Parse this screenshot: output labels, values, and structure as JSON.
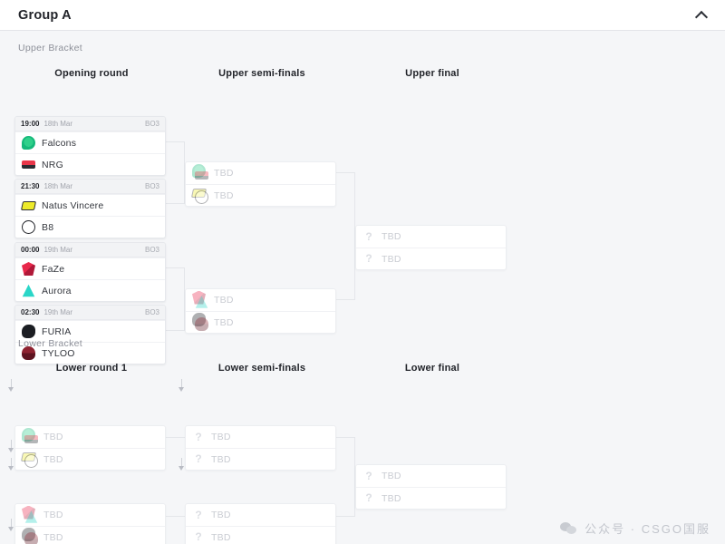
{
  "header": {
    "title": "Group A",
    "collapse_icon": "chevron-up-icon"
  },
  "brackets": {
    "upper": {
      "label": "Upper Bracket",
      "rounds": [
        {
          "title": "Opening round"
        },
        {
          "title": "Upper semi-finals"
        },
        {
          "title": "Upper final"
        }
      ],
      "opening_round": [
        {
          "time": "19:00",
          "date": "18th Mar",
          "format": "BO3",
          "teams": [
            {
              "name": "Falcons",
              "logo": "falcons-logo"
            },
            {
              "name": "NRG",
              "logo": "nrg-logo"
            }
          ]
        },
        {
          "time": "21:30",
          "date": "18th Mar",
          "format": "BO3",
          "teams": [
            {
              "name": "Natus Vincere",
              "logo": "navi-logo"
            },
            {
              "name": "B8",
              "logo": "b8-logo"
            }
          ]
        },
        {
          "time": "00:00",
          "date": "19th Mar",
          "format": "BO3",
          "teams": [
            {
              "name": "FaZe",
              "logo": "faze-logo"
            },
            {
              "name": "Aurora",
              "logo": "aurora-logo"
            }
          ]
        },
        {
          "time": "02:30",
          "date": "19th Mar",
          "format": "BO3",
          "teams": [
            {
              "name": "FURIA",
              "logo": "furia-logo"
            },
            {
              "name": "TYLOO",
              "logo": "tyloo-logo"
            }
          ]
        }
      ],
      "semi_finals": [
        {
          "teams": [
            {
              "name": "TBD",
              "logos": [
                "falcons-logo",
                "nrg-logo"
              ]
            },
            {
              "name": "TBD",
              "logos": [
                "navi-logo",
                "b8-logo"
              ]
            }
          ]
        },
        {
          "teams": [
            {
              "name": "TBD",
              "logos": [
                "faze-logo",
                "aurora-logo"
              ]
            },
            {
              "name": "TBD",
              "logos": [
                "furia-logo",
                "tyloo-logo"
              ]
            }
          ]
        }
      ],
      "final": [
        {
          "teams": [
            {
              "name": "TBD",
              "logo": "question-mark-icon"
            },
            {
              "name": "TBD",
              "logo": "question-mark-icon"
            }
          ]
        }
      ]
    },
    "lower": {
      "label": "Lower Bracket",
      "rounds": [
        {
          "title": "Lower round 1"
        },
        {
          "title": "Lower semi-finals"
        },
        {
          "title": "Lower final"
        }
      ],
      "round_1": [
        {
          "teams": [
            {
              "name": "TBD",
              "logos": [
                "falcons-logo",
                "nrg-logo"
              ]
            },
            {
              "name": "TBD",
              "logos": [
                "navi-logo",
                "b8-logo"
              ]
            }
          ]
        },
        {
          "teams": [
            {
              "name": "TBD",
              "logos": [
                "faze-logo",
                "aurora-logo"
              ]
            },
            {
              "name": "TBD",
              "logos": [
                "furia-logo",
                "tyloo-logo"
              ]
            }
          ]
        }
      ],
      "semi_finals": [
        {
          "teams": [
            {
              "name": "TBD",
              "logo": "question-mark-icon"
            },
            {
              "name": "TBD",
              "logo": "question-mark-icon"
            }
          ]
        },
        {
          "teams": [
            {
              "name": "TBD",
              "logo": "question-mark-icon"
            },
            {
              "name": "TBD",
              "logo": "question-mark-icon"
            }
          ]
        }
      ],
      "final": [
        {
          "teams": [
            {
              "name": "TBD",
              "logo": "question-mark-icon"
            },
            {
              "name": "TBD",
              "logo": "question-mark-icon"
            }
          ]
        }
      ]
    }
  },
  "watermark": {
    "icon": "wechat-icon",
    "text": "公众号 · CSGO国服"
  },
  "colors": {
    "page_background": "#f5f6f8",
    "card_background": "#ffffff",
    "border": "#e6e8ec",
    "text_primary": "#22242a",
    "text_muted": "#8d9099",
    "tbd_text": "#c9ccd2"
  }
}
